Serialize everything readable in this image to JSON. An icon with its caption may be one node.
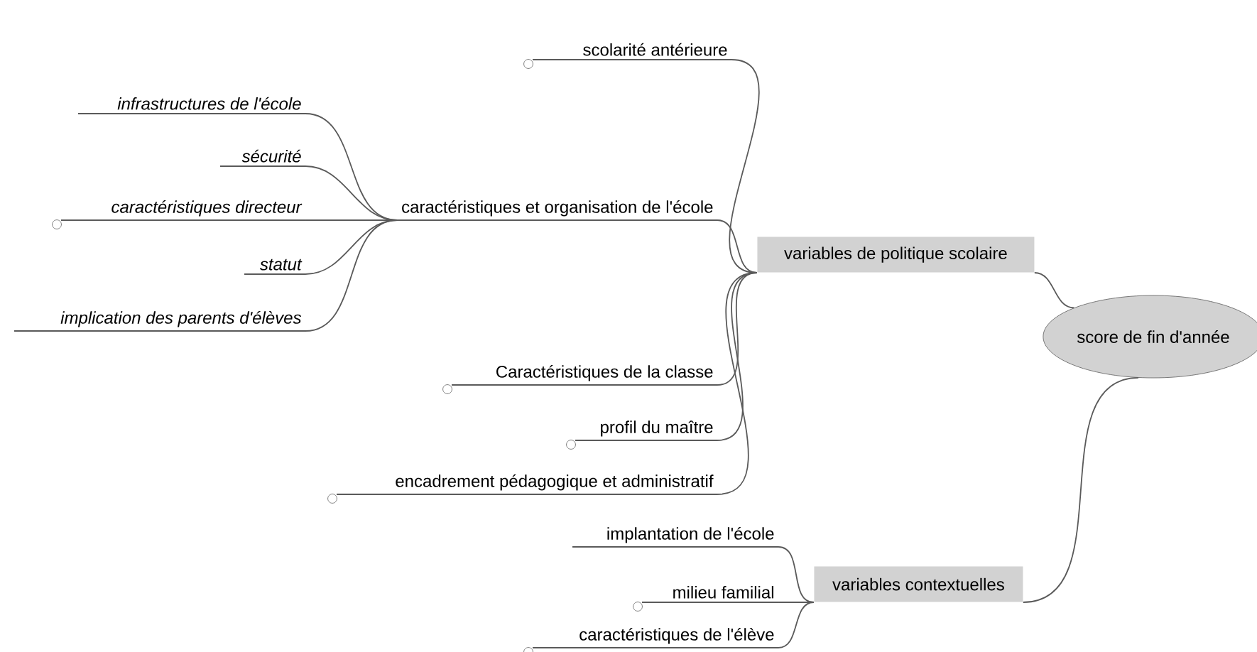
{
  "diagram": {
    "nodes": [
      {
        "text": [
          "scolarité antérieure"
        ]
      },
      {
        "text": [
          "infrastructures de l'école"
        ]
      },
      {
        "text": [
          "sécurité"
        ]
      },
      {
        "text": [
          "caractéristiques directeur"
        ]
      },
      {
        "text": [
          "statut"
        ]
      },
      {
        "text": [
          "implication des parents d'élèves"
        ]
      },
      {
        "text": [
          "caractéristiques et organisation de l'école"
        ]
      },
      {
        "text": [
          "variables de politique scolaire"
        ]
      },
      {
        "text": [
          "score de fin d'année"
        ]
      },
      {
        "text": [
          "Caractéristiques de la classe"
        ]
      },
      {
        "text": [
          "profil du maître"
        ]
      },
      {
        "text": [
          "encadrement pédagogique et administratif"
        ]
      },
      {
        "text": [
          "implantation de l'école"
        ]
      },
      {
        "text": [
          "milieu familial"
        ]
      },
      {
        "text": [
          "variables contextuelles"
        ]
      },
      {
        "text": [
          "caractéristiques de l'élève"
        ]
      }
    ],
    "edges": [
      {
        "from": 8,
        "to": 7,
        "arrow": "none"
      },
      {
        "from": 8,
        "to": 14,
        "arrow": "none"
      },
      {
        "from": 7,
        "to": 0,
        "arrow": "none"
      },
      {
        "from": 7,
        "to": 6,
        "arrow": "none"
      },
      {
        "from": 7,
        "to": 9,
        "arrow": "none"
      },
      {
        "from": 7,
        "to": 10,
        "arrow": "none"
      },
      {
        "from": 7,
        "to": 11,
        "arrow": "none"
      },
      {
        "from": 6,
        "to": 1,
        "arrow": "none"
      },
      {
        "from": 6,
        "to": 2,
        "arrow": "none"
      },
      {
        "from": 6,
        "to": 3,
        "arrow": "none"
      },
      {
        "from": 6,
        "to": 4,
        "arrow": "none"
      },
      {
        "from": 6,
        "to": 5,
        "arrow": "none"
      },
      {
        "from": 14,
        "to": 12,
        "arrow": "none"
      },
      {
        "from": 14,
        "to": 13,
        "arrow": "none"
      },
      {
        "from": 14,
        "to": 15,
        "arrow": "none"
      }
    ]
  }
}
